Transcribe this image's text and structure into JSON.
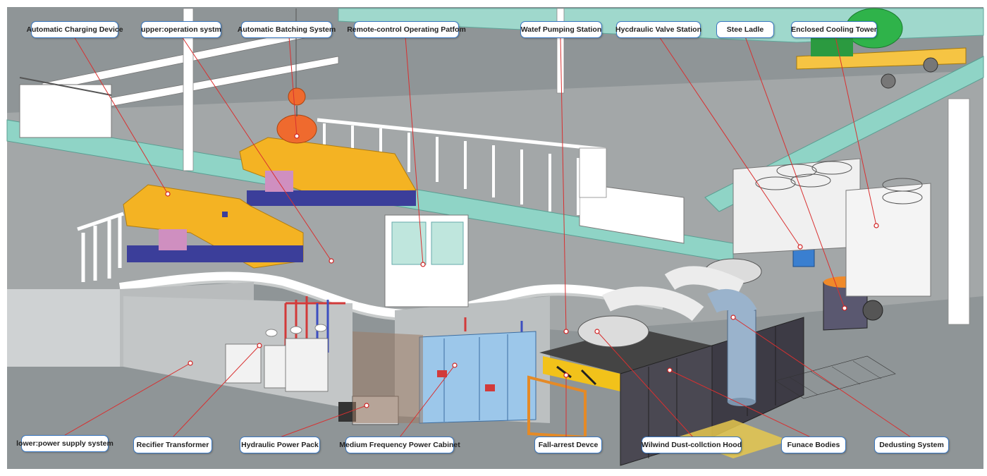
{
  "diagram": {
    "labels": {
      "automatic_charging_device": "Automatic Charging Device",
      "upper_operation_system": "upper:operation systm",
      "automatic_batching_system": "Automatic Batching System",
      "remote_control_platform": "Remote-control Operating Patfom",
      "water_pumping_station": "Watef Pumping Station",
      "hydraulic_valve_station": "Hycdraulic Valve Station",
      "steel_ladle": "Stee Ladle",
      "enclosed_cooling_tower": "Enclosed Cooling Tower",
      "lower_power_supply_system": "lower:power supply system",
      "rectifier_transformer": "Recifier Transformer",
      "hydraulic_power_pack": "Hydraulic Power Pack",
      "medium_frequency_power_cabinet": "Medium Frequency Power Cabinet",
      "fall_arrest_device": "Fall-arrest Devce",
      "whirlwind_dust_collection_hood": "Wilwind Dust-collction Hood",
      "furnace_bodies": "Funace Bodies",
      "dedusting_system": "Dedusting System"
    },
    "colors": {
      "floor": "#8f9597",
      "upper_deck": "#a3a7a8",
      "crane_rail": "#8fd4c6",
      "charger_yellow": "#f4b323",
      "electromagnet_orange": "#ef6a2e",
      "cabinet_blue": "#9cc7ea",
      "cooling_tower_green": "#2fb34a",
      "callout_border": "#3a78c2",
      "leader_red": "#d83030"
    }
  }
}
